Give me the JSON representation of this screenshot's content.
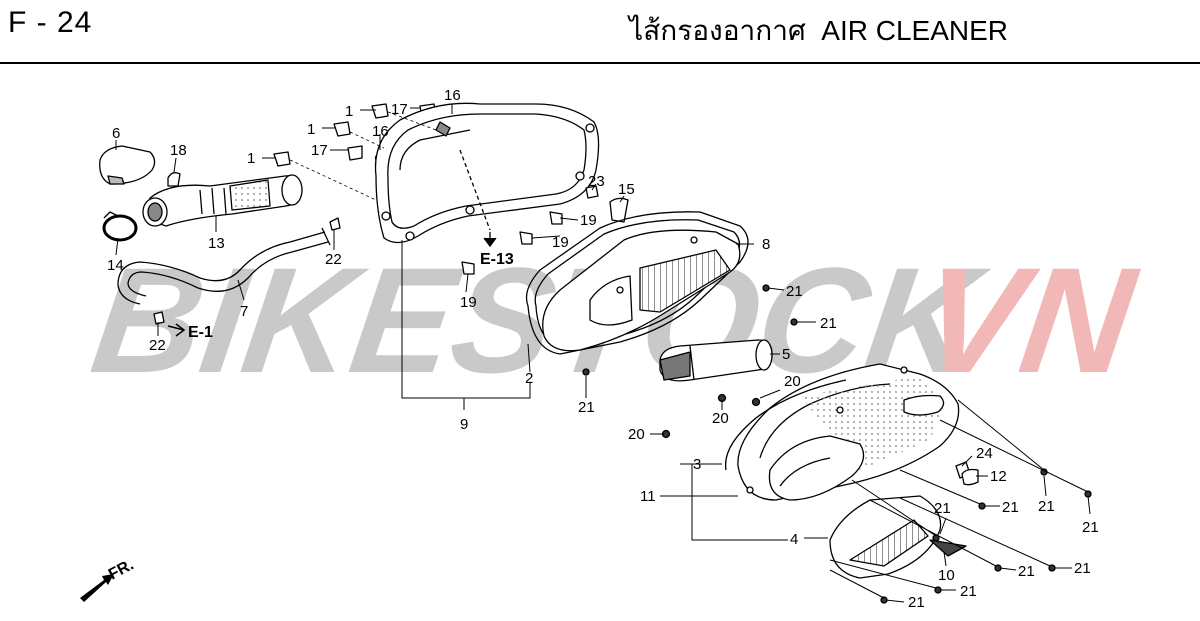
{
  "header": {
    "page_code": "F - 24",
    "title": "ไส้กรองอากาศ  AIR CLEANER"
  },
  "watermark": {
    "text_part1": "BIKESTOCK",
    "text_part2": "VN",
    "color_part1": "#c9c9c9",
    "color_part2": "#f2b8b8"
  },
  "diagram": {
    "direction_label": "FR.",
    "ref_labels": {
      "e13": "E-13",
      "e1": "E-1"
    },
    "callouts": {
      "c1a": "1",
      "c1b": "1",
      "c1c": "1",
      "c2": "2",
      "c3": "3",
      "c4": "4",
      "c5": "5",
      "c6": "6",
      "c7": "7",
      "c8": "8",
      "c9": "9",
      "c10": "10",
      "c11": "11",
      "c12": "12",
      "c13": "13",
      "c14": "14",
      "c15": "15",
      "c16a": "16",
      "c16b": "16",
      "c17a": "17",
      "c17b": "17",
      "c18": "18",
      "c19a": "19",
      "c19b": "19",
      "c19c": "19",
      "c20a": "20",
      "c20b": "20",
      "c20c": "20",
      "c21a": "21",
      "c21b": "21",
      "c21c": "21",
      "c21d": "21",
      "c21e": "21",
      "c21f": "21",
      "c21g": "21",
      "c21h": "21",
      "c21i": "21",
      "c21j": "21",
      "c21k": "21",
      "c22a": "22",
      "c22b": "22",
      "c23": "23",
      "c24": "24"
    }
  }
}
